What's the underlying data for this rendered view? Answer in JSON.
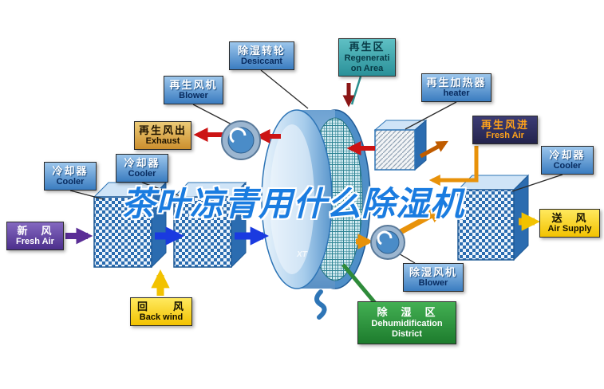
{
  "watermark": "茶叶凉青用什么除湿机",
  "wheel_mark": "XT",
  "labels": {
    "regen_blower": {
      "zh": "再生风机",
      "en": "Blower"
    },
    "desiccant": {
      "zh": "除湿转轮",
      "en": "Desiccant"
    },
    "regen_area": {
      "zh": "再生区",
      "en1": "Regenerati",
      "en2": "on Area"
    },
    "regen_heater": {
      "zh": "再生加热器",
      "en": "heater"
    },
    "exhaust": {
      "zh": "再生风出",
      "en": "Exhaust"
    },
    "regen_in": {
      "zh": "再生风进",
      "en": "Fresh Air"
    },
    "cooler_l1": {
      "zh": "冷却器",
      "en": "Cooler"
    },
    "cooler_l2": {
      "zh": "冷却器",
      "en": "Cooler"
    },
    "cooler_r": {
      "zh": "冷却器",
      "en": "Cooler"
    },
    "fresh_air": {
      "zh": "新　风",
      "en": "Fresh Air"
    },
    "air_supply": {
      "zh": "送　风",
      "en": "Air Supply"
    },
    "back_wind": {
      "zh": "回　　风",
      "en": "Back wind"
    },
    "dehumid_blower": {
      "zh": "除湿风机",
      "en": "Blower"
    },
    "dehumid_area": {
      "zh": "除　湿　区",
      "en1": "Dehumidification",
      "en2": "District"
    }
  },
  "colors": {
    "watermark_blue": "#1a7ce0",
    "process_arrow_blue": "#1a3ae0",
    "regen_arrow_red": "#cc1414",
    "supply_arrow_orange": "#e8920a",
    "fresh_air_purple": "#5a2d96",
    "back_wind_yellow": "#f2c200",
    "dehumid_green": "#2e8b3a"
  }
}
